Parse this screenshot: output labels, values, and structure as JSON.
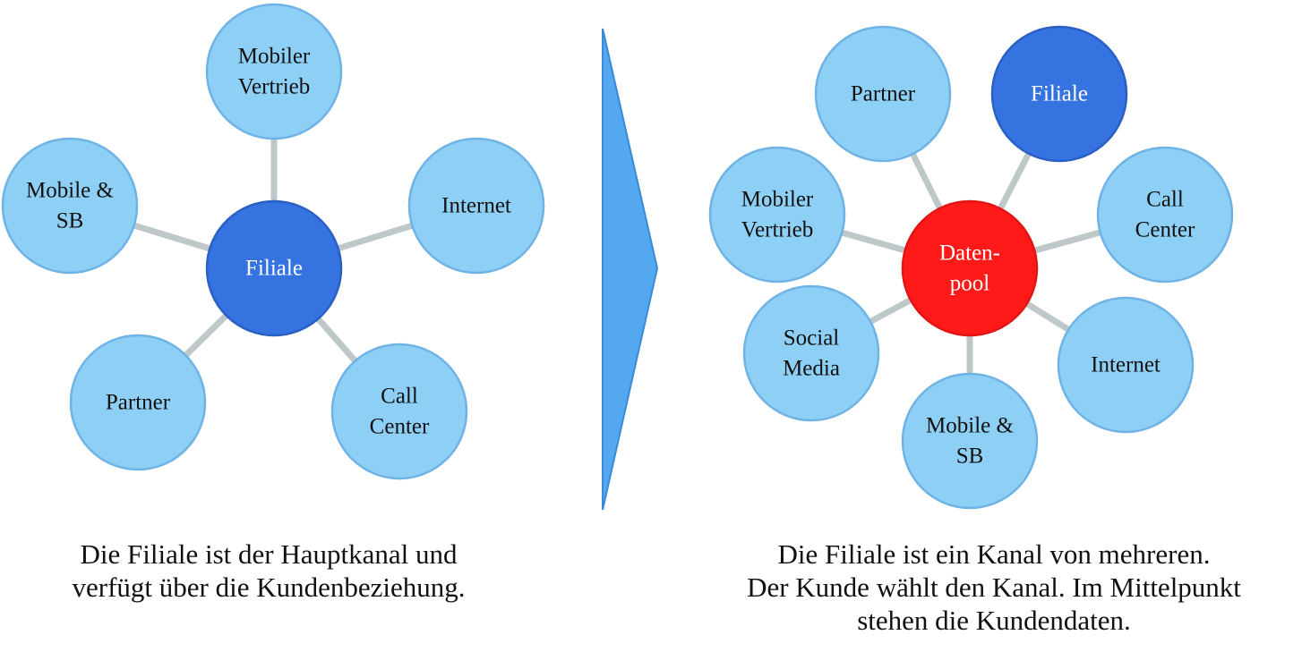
{
  "colors": {
    "outer_fill": "#8ed0f5",
    "outer_stroke": "#6fb3e6",
    "center_fill": "#3573e0",
    "center_stroke": "#2a5fc4",
    "pool_fill": "#ff1a1a",
    "pool_stroke": "#e21414",
    "connector": "#bfc8c8",
    "arrow_fill": "#54a8f0",
    "arrow_stroke": "#3a8ad8"
  },
  "left_diagram": {
    "center": {
      "lines": [
        "Filiale"
      ],
      "style": "center"
    },
    "nodes": [
      {
        "id": "mobiler-vertrieb",
        "lines": [
          "Mobiler",
          "Vertrieb"
        ]
      },
      {
        "id": "internet",
        "lines": [
          "Internet"
        ]
      },
      {
        "id": "call-center",
        "lines": [
          "Call",
          "Center"
        ]
      },
      {
        "id": "partner",
        "lines": [
          "Partner"
        ]
      },
      {
        "id": "mobile-sb",
        "lines": [
          "Mobile &",
          "SB"
        ]
      }
    ]
  },
  "right_diagram": {
    "center": {
      "lines": [
        "Daten-",
        "pool"
      ],
      "style": "pool"
    },
    "nodes": [
      {
        "id": "partner",
        "lines": [
          "Partner"
        ],
        "style": "outer"
      },
      {
        "id": "filiale",
        "lines": [
          "Filiale"
        ],
        "style": "center"
      },
      {
        "id": "call-center",
        "lines": [
          "Call",
          "Center"
        ],
        "style": "outer"
      },
      {
        "id": "internet",
        "lines": [
          "Internet"
        ],
        "style": "outer"
      },
      {
        "id": "mobile-sb",
        "lines": [
          "Mobile &",
          "SB"
        ],
        "style": "outer"
      },
      {
        "id": "social-media",
        "lines": [
          "Social",
          "Media"
        ],
        "style": "outer"
      },
      {
        "id": "mobiler-vertrieb",
        "lines": [
          "Mobiler",
          "Vertrieb"
        ],
        "style": "outer"
      }
    ]
  },
  "captions": {
    "left": {
      "line1": "Die Filiale ist der Hauptkanal und",
      "line2": "verfügt über die Kundenbeziehung."
    },
    "right": {
      "line1": "Die Filiale ist ein Kanal von mehreren.",
      "line2": "Der Kunde wählt den Kanal. Im Mittelpunkt",
      "line3": "stehen die Kundendaten."
    }
  }
}
